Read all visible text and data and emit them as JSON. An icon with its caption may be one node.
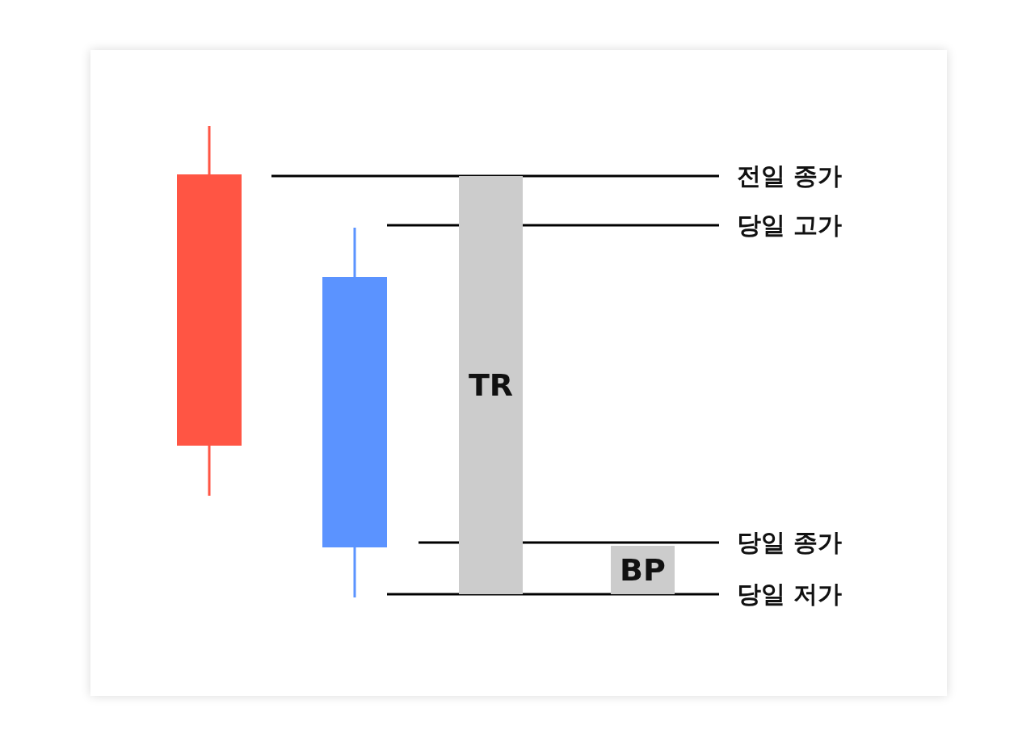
{
  "diagram": {
    "nodes": [
      {
        "text": [
          "TR"
        ]
      },
      {
        "text": [
          "BP"
        ]
      }
    ],
    "labels": [
      "전일 종가",
      "당일 고가",
      "당일 종가",
      "당일 저가"
    ]
  }
}
